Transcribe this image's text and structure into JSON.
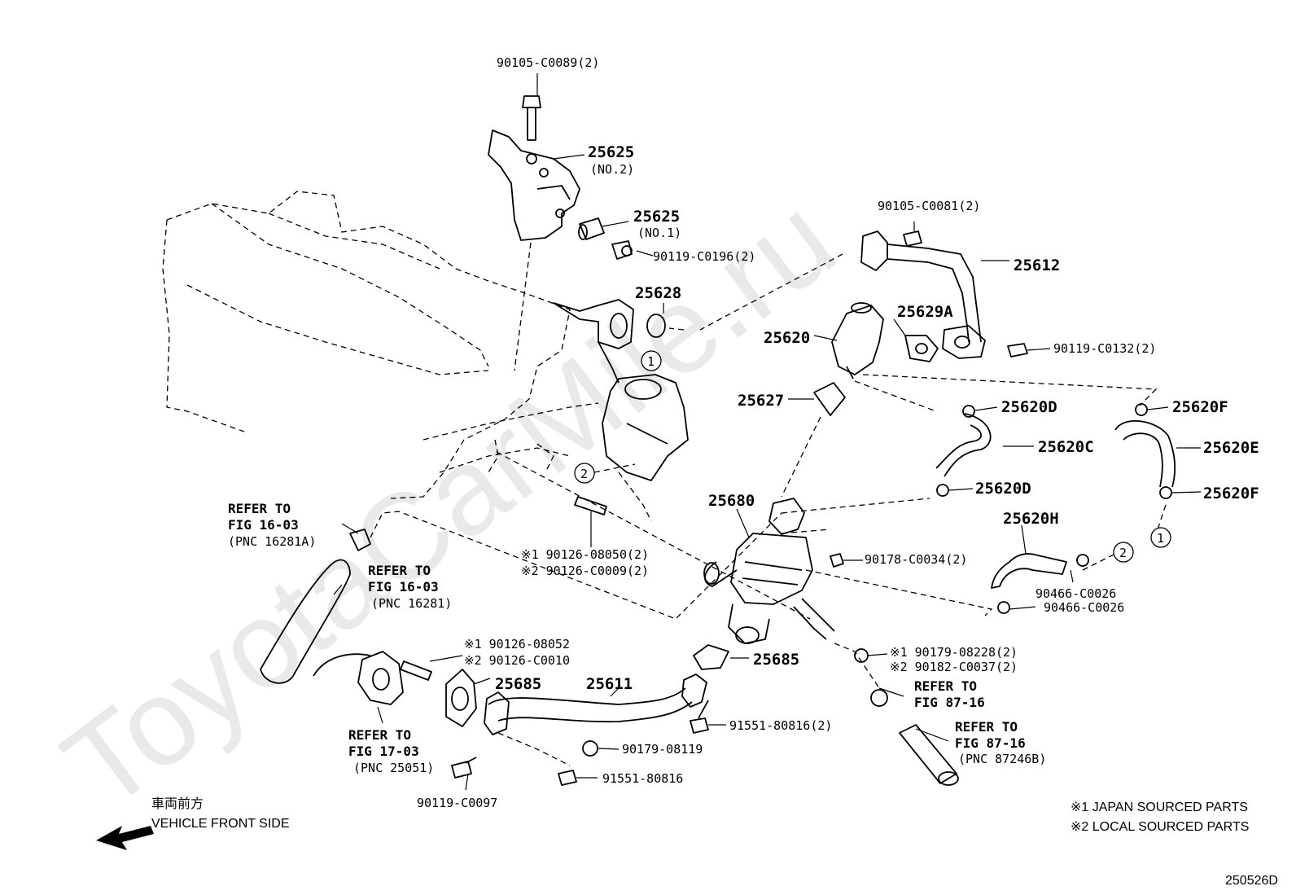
{
  "watermark": "ToyotaCarMile.ru",
  "diagram_id": "250526D",
  "direction": {
    "japanese": "車両前方",
    "english": "VEHICLE FRONT SIDE"
  },
  "legend": {
    "note1": "※1 JAPAN SOURCED PARTS",
    "note2": "※2 LOCAL SOURCED PARTS"
  },
  "callouts": {
    "p90105_C0089": "90105-C0089(2)",
    "p25625": "25625",
    "p25625_no2": "(NO.2)",
    "p25625b": "25625",
    "p25625_no1": "(NO.1)",
    "p90119_C0196": "90119-C0196(2)",
    "p25628": "25628",
    "p90105_C0081": "90105-C0081(2)",
    "p25612": "25612",
    "p25629A": "25629A",
    "p25620": "25620",
    "p90119_C0132": "90119-C0132(2)",
    "p25627": "25627",
    "p25620D_top": "25620D",
    "p25620F_top": "25620F",
    "p25620C": "25620C",
    "p25620E": "25620E",
    "p25620D_bot": "25620D",
    "p25620F_bot": "25620F",
    "p25680": "25680",
    "p25620H": "25620H",
    "p90178_C0034": "90178-C0034(2)",
    "p90466_a": "90466-C0026",
    "p90466_b": "90466-C0026",
    "stud1_line1": "※1 90126-08050(2)",
    "stud1_line2": "※2 90126-C0009(2)",
    "stud2_line1": "※1 90126-08052",
    "stud2_line2": "※2 90126-C0010",
    "nut_line1": "※1 90179-08228(2)",
    "nut_line2": "※2 90182-C0037(2)",
    "p25685_a": "25685",
    "p25685_b": "25685",
    "p25611": "25611",
    "p91551_80816_2": "91551-80816(2)",
    "p90179_08119": "90179-08119",
    "p91551_80816": "91551-80816",
    "p90119_C0097": "90119-C0097"
  },
  "references": {
    "ref1": {
      "line1": "REFER TO",
      "line2": "FIG 16-03",
      "line3": "(PNC 16281A)"
    },
    "ref2": {
      "line1": "REFER TO",
      "line2": "FIG 16-03",
      "line3": "(PNC 16281)"
    },
    "ref3": {
      "line1": "REFER TO",
      "line2": "FIG 17-03",
      "line3": "(PNC 25051)"
    },
    "ref4": {
      "line1": "REFER TO",
      "line2": "FIG 87-16"
    },
    "ref5": {
      "line1": "REFER TO",
      "line2": "FIG 87-16",
      "line3": "(PNC 87246B)"
    }
  },
  "markers": {
    "m1": "1",
    "m2": "2"
  }
}
